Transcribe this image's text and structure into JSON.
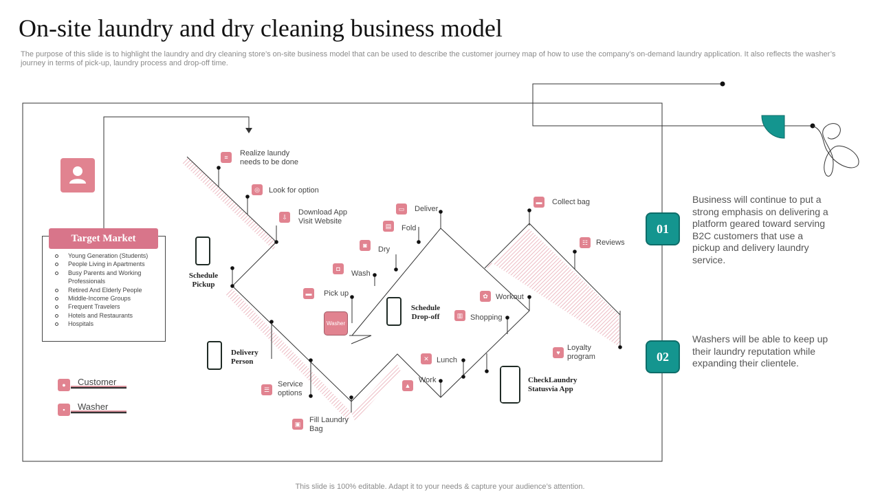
{
  "title": "On-site laundry and dry cleaning business model",
  "subtitle": "The purpose of this slide is to highlight the laundry and dry cleaning store’s on-site business model that can be used to describe the customer journey map of how to use the company’s on-demand laundry application. It also reflects the washer’s journey in terms of pick-up, laundry process and drop-off time.",
  "footer": "This slide is 100% editable. Adapt it to your needs & capture your audience’s attention.",
  "target_market": {
    "title": "Target Market",
    "items": [
      "Young Generation (Students)",
      "People Living in Apartments",
      "Busy Parents and Working Professionals",
      "Retired And Elderly People",
      "Middle-Income Groups",
      "Frequent Travelers",
      "Hotels and Restaurants",
      "Hospitals"
    ]
  },
  "legend": {
    "customer": "Customer",
    "washer": "Washer"
  },
  "steps": {
    "realize": "Realize laundy needs to be done",
    "look": "Look for option",
    "download": "Download App Visit Website",
    "schedule_pickup": "Schedule Pickup",
    "delivery_person": "Delivery Person",
    "service_options": "Service options",
    "fill_bag": "Fill Laundry Bag",
    "pick_up": "Pick up",
    "washer_badge": "Washer",
    "wash": "Wash",
    "dry": "Dry",
    "fold": "Fold",
    "deliver": "Deliver",
    "schedule_dropoff": "Schedule Drop-off",
    "lunch": "Lunch",
    "work": "Work",
    "shopping": "Shopping",
    "workout": "Workout",
    "collect_bag": "Collect bag",
    "reviews": "Reviews",
    "loyalty": "Loyalty program",
    "check_status": "CheckLaundry Statusvia App"
  },
  "points": [
    {
      "number": "01",
      "text": "Business will continue to put a strong emphasis on delivering a platform geared toward serving B2C customers that use a pickup and delivery laundry service."
    },
    {
      "number": "02",
      "text": "Washers will be able to keep up their laundry reputation while expanding their clientele."
    }
  ],
  "colors": {
    "accent_pink": "#e18390",
    "accent_teal": "#14958f",
    "hatch": "#e8a9b3"
  },
  "icons": [
    "user-icon",
    "phone-icon",
    "chat-icon",
    "bag-icon",
    "star-icon",
    "cart-icon",
    "fork-knife-icon"
  ]
}
